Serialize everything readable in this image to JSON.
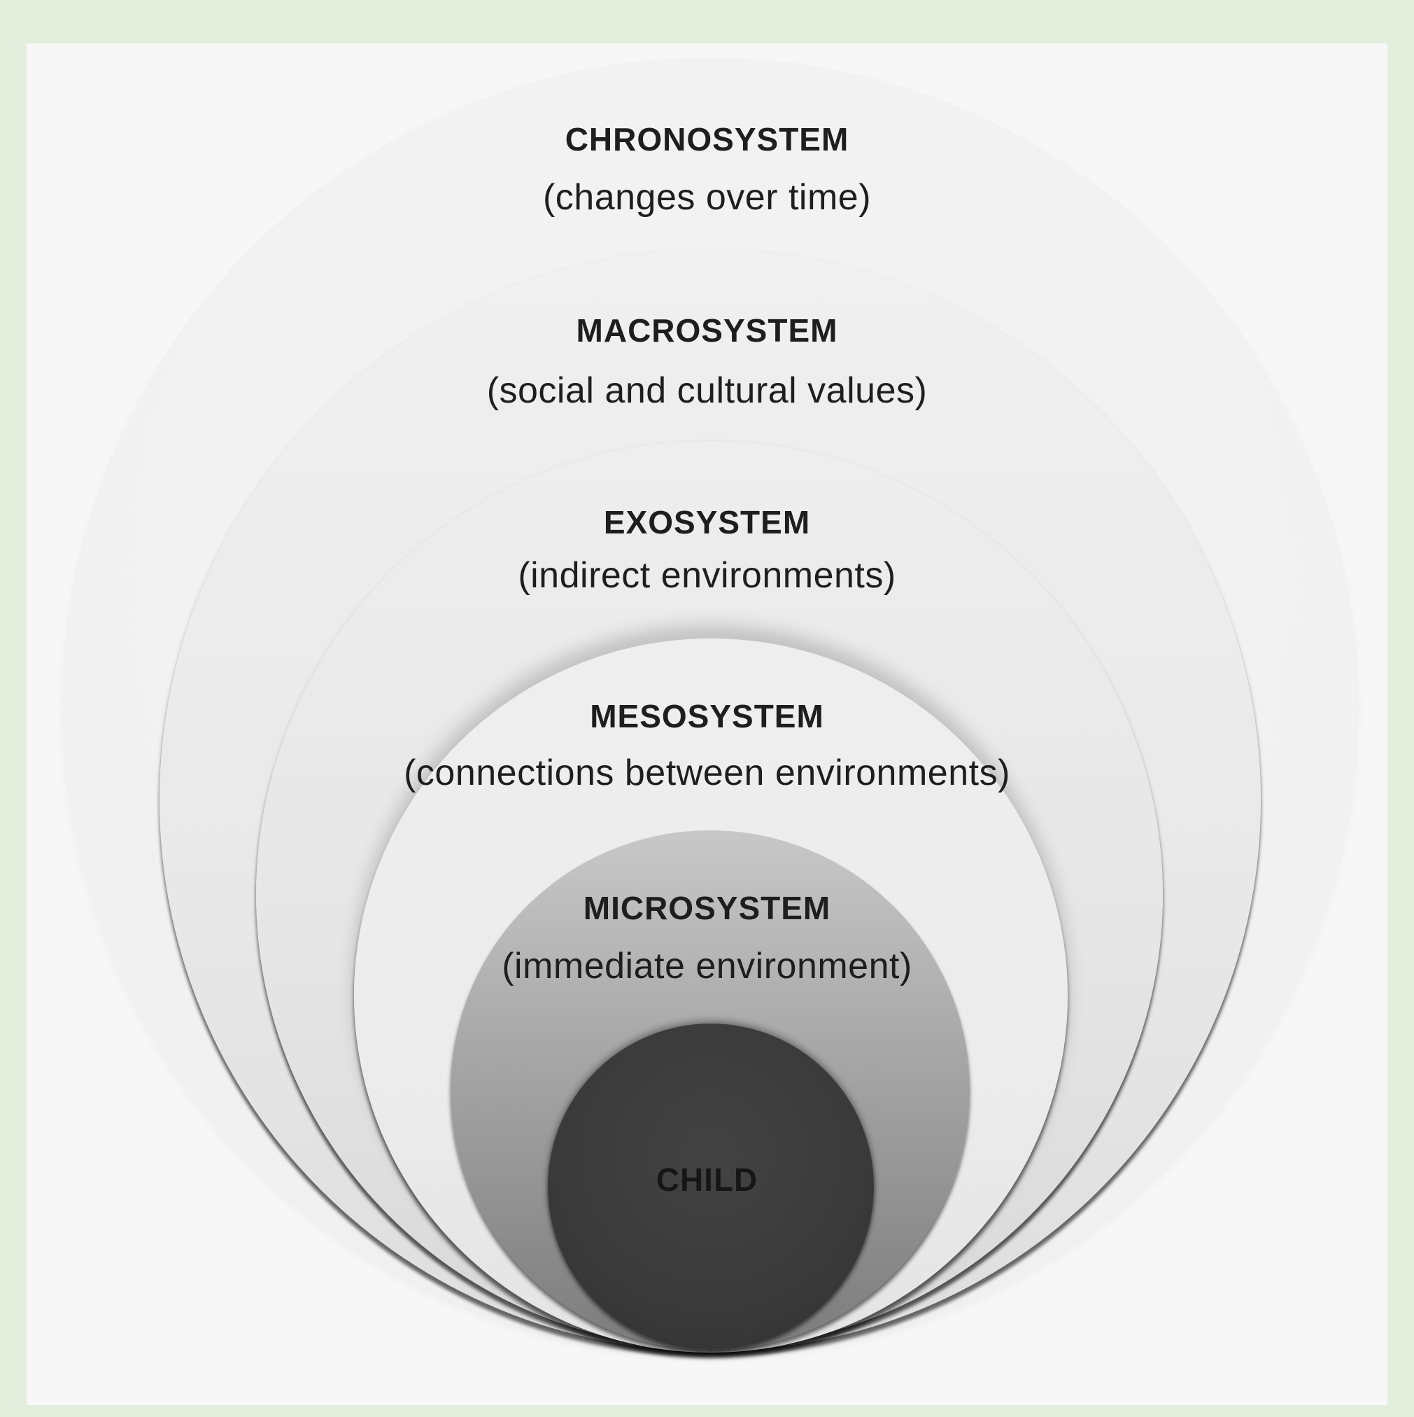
{
  "layers": [
    {
      "id": "chronosystem",
      "title": "CHRONOSYSTEM",
      "description": "(changes over time)"
    },
    {
      "id": "macrosystem",
      "title": "MACROSYSTEM",
      "description": "(social and cultural values)"
    },
    {
      "id": "exosystem",
      "title": "EXOSYSTEM",
      "description": "(indirect environments)"
    },
    {
      "id": "mesosystem",
      "title": "MESOSYSTEM",
      "description": "(connections between environments)"
    },
    {
      "id": "microsystem",
      "title": "MICROSYSTEM",
      "description": "(immediate environment)"
    }
  ],
  "center": {
    "label": "CHILD"
  },
  "colors": {
    "frame": "#e3eedd",
    "background": "#f7f7f7",
    "child": "#3a3a3a",
    "text": "#1e1e1e"
  }
}
